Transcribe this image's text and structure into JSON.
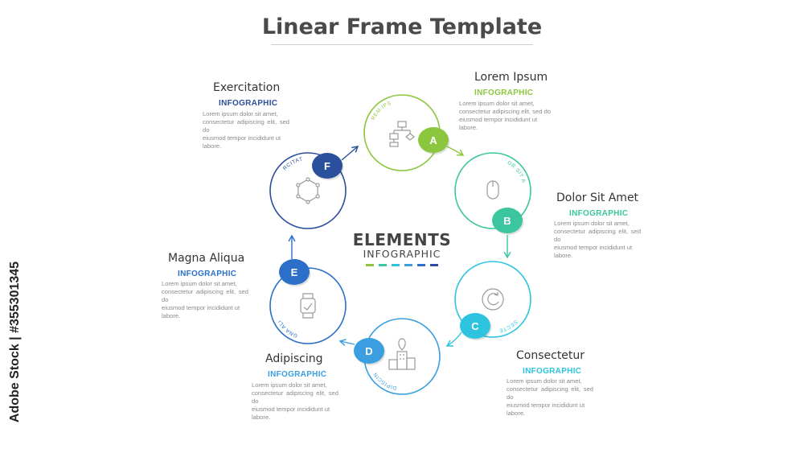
{
  "title": "Linear Frame Template",
  "center": {
    "line1": "ELEMENTS",
    "line2": "INFOGRAPHIC"
  },
  "watermark": "Adobe Stock | #355301345",
  "items": [
    {
      "letter": "A",
      "title": "Lorem Ipsum",
      "subtitle": "INFOGRAPHIC",
      "ring_label": "LOREM IPSUM",
      "icon": "flowchart-icon",
      "color": "#8cc63f",
      "body": [
        "Lorem ipsum dolor sit amet,",
        "consectetur adipiscing elit, sed do",
        "eiusmod tempor incididunt ut",
        "labore."
      ]
    },
    {
      "letter": "B",
      "title": "Dolor Sit Amet",
      "subtitle": "INFOGRAPHIC",
      "ring_label": "DOLOR SIT AMET",
      "icon": "mouse-icon",
      "color": "#3cc6a0",
      "body": [
        "Lorem ipsum dolor sit amet,",
        "consectetur adipiscing elit, sed do",
        "eiusmod tempor incididunt ut",
        "labore."
      ]
    },
    {
      "letter": "C",
      "title": "Consectetur",
      "subtitle": "INFOGRAPHIC",
      "ring_label": "CONSECTETUR",
      "icon": "refresh-icon",
      "color": "#2ec4e0",
      "body": [
        "Lorem ipsum dolor sit amet,",
        "consectetur adipiscing elit, sed do",
        "eiusmod tempor incididunt ut",
        "labore."
      ]
    },
    {
      "letter": "D",
      "title": "Adipiscing",
      "subtitle": "INFOGRAPHIC",
      "ring_label": "ADIPISCING",
      "icon": "buildings-icon",
      "color": "#3a9ee0",
      "body": [
        "Lorem ipsum dolor sit amet,",
        "consectetur adipiscing elit, sed do",
        "eiusmod tempor incididunt ut",
        "labore."
      ]
    },
    {
      "letter": "E",
      "title": "Magna Aliqua",
      "subtitle": "INFOGRAPHIC",
      "ring_label": "MAGNA ALIQUA",
      "icon": "smartwatch-icon",
      "color": "#2b6fc9",
      "body": [
        "Lorem ipsum dolor sit amet,",
        "consectetur adipiscing elit, sed do",
        "eiusmod tempor incididunt ut",
        "labore."
      ]
    },
    {
      "letter": "F",
      "title": "Exercitation",
      "subtitle": "INFOGRAPHIC",
      "ring_label": "EXERCITATION",
      "icon": "hexagon-icon",
      "color": "#2a4f9c",
      "body": [
        "Lorem ipsum dolor sit amet,",
        "consectetur adipiscing elit, sed do",
        "eiusmod tempor incididunt ut",
        "labore."
      ]
    }
  ]
}
